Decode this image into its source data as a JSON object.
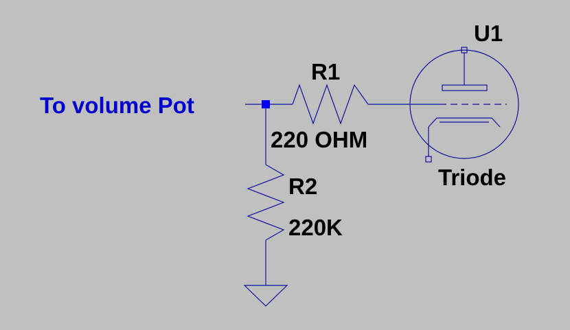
{
  "schematic": {
    "net_label": "To volume Pot",
    "r1": {
      "ref": "R1",
      "value": "220 OHM"
    },
    "r2": {
      "ref": "R2",
      "value": "220K"
    },
    "u1": {
      "ref": "U1",
      "value": "Triode"
    }
  },
  "colors": {
    "background": "#c0c0c0",
    "wire": "#1010a0",
    "net_label": "#0000cc",
    "junction": "#0000ff",
    "text": "#000000"
  },
  "icons": {
    "resistor": "resistor-zigzag-symbol",
    "ground": "ground-triangle-symbol",
    "triode": "triode-tube-symbol"
  }
}
